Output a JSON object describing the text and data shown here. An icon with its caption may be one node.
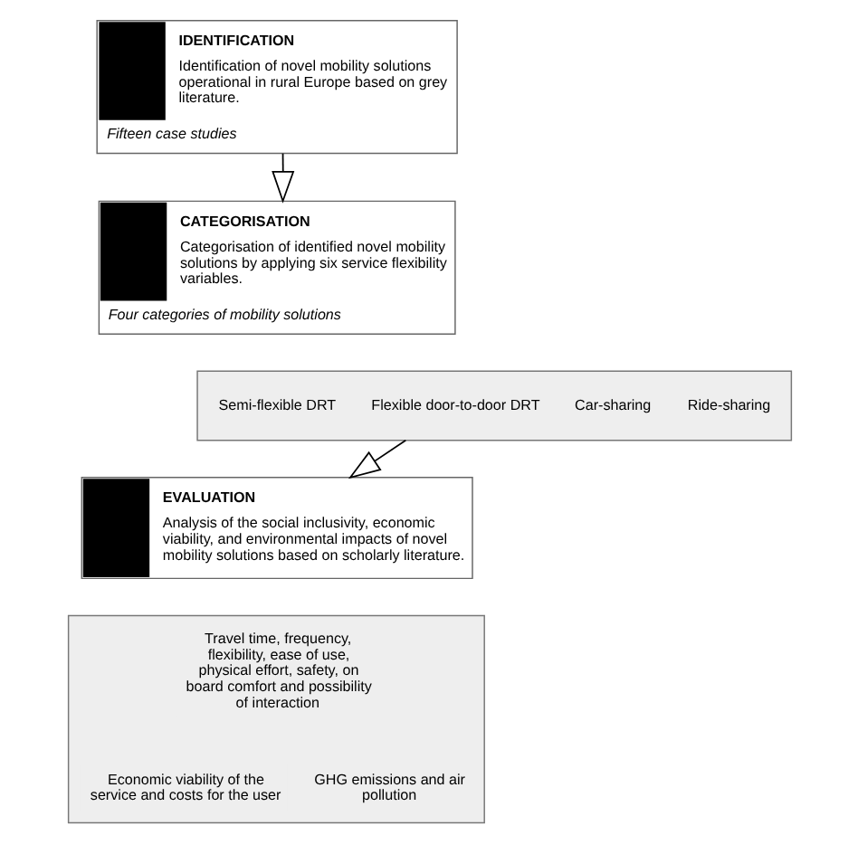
{
  "diagram": {
    "nodes": [
      {
        "text": [
          "IDENTIFICATION",
          "Identification of novel mobility solutions operational in rural Europe based on grey literature.",
          "Fifteen case studies"
        ]
      },
      {
        "text": [
          "CATEGORISATION",
          "Categorisation of identified novel mobility solutions by applying six service flexibility variables.",
          "Four categories of mobility solutions"
        ]
      },
      {
        "text": [],
        "shape": "box"
      },
      {
        "text": [
          "Semi-flexible DRT"
        ],
        "in": 2
      },
      {
        "text": [
          "Flexible door-to-door DRT"
        ],
        "in": 2
      },
      {
        "text": [
          "Car-sharing"
        ],
        "in": 2
      },
      {
        "text": [
          "Ride-sharing"
        ],
        "in": 2
      },
      {
        "text": [
          "EVALUATION",
          "Analysis of the social inclusivity, economic viability, and environmental impacts of novel mobility solutions based on scholarly literature."
        ]
      },
      {
        "text": [],
        "shape": "box"
      },
      {
        "text": [
          "Travel time, frequency, flexibility, ease of use, physical effort, safety, on board comfort and possibility of interaction"
        ],
        "in": 8
      },
      {
        "text": [
          "Economic viability of the service and costs for the user"
        ],
        "in": 8
      },
      {
        "text": [
          "GHG emissions and air pollution"
        ],
        "in": 8
      }
    ],
    "edges": [
      {
        "from": 0,
        "to": 1,
        "arrow": "to"
      },
      {
        "from": 2,
        "to": 7,
        "arrow": "to"
      }
    ]
  }
}
